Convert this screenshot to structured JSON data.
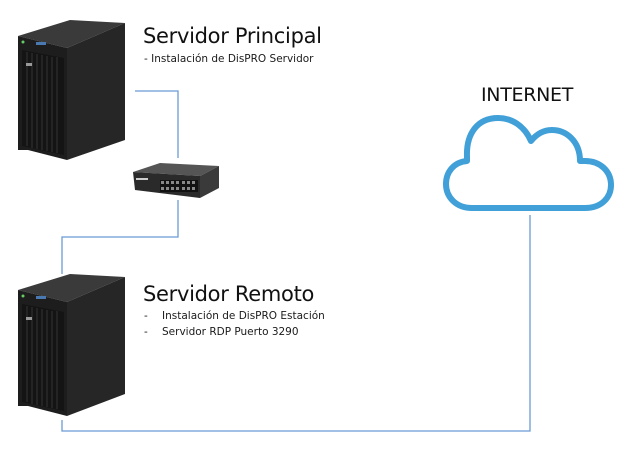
{
  "servers": {
    "principal": {
      "title": "Servidor Principal",
      "items": [
        "- Instalación de DisPRO Servidor"
      ]
    },
    "remoto": {
      "title": "Servidor Remoto",
      "items": [
        "Instalación de DisPRO Estación",
        "Servidor RDP Puerto 3290"
      ],
      "bullet": "-"
    }
  },
  "internet": {
    "label": "INTERNET"
  },
  "colors": {
    "connection_line": "#5b8fd0",
    "cloud": "#41a0d8",
    "server_body": "#2b2b2b"
  }
}
